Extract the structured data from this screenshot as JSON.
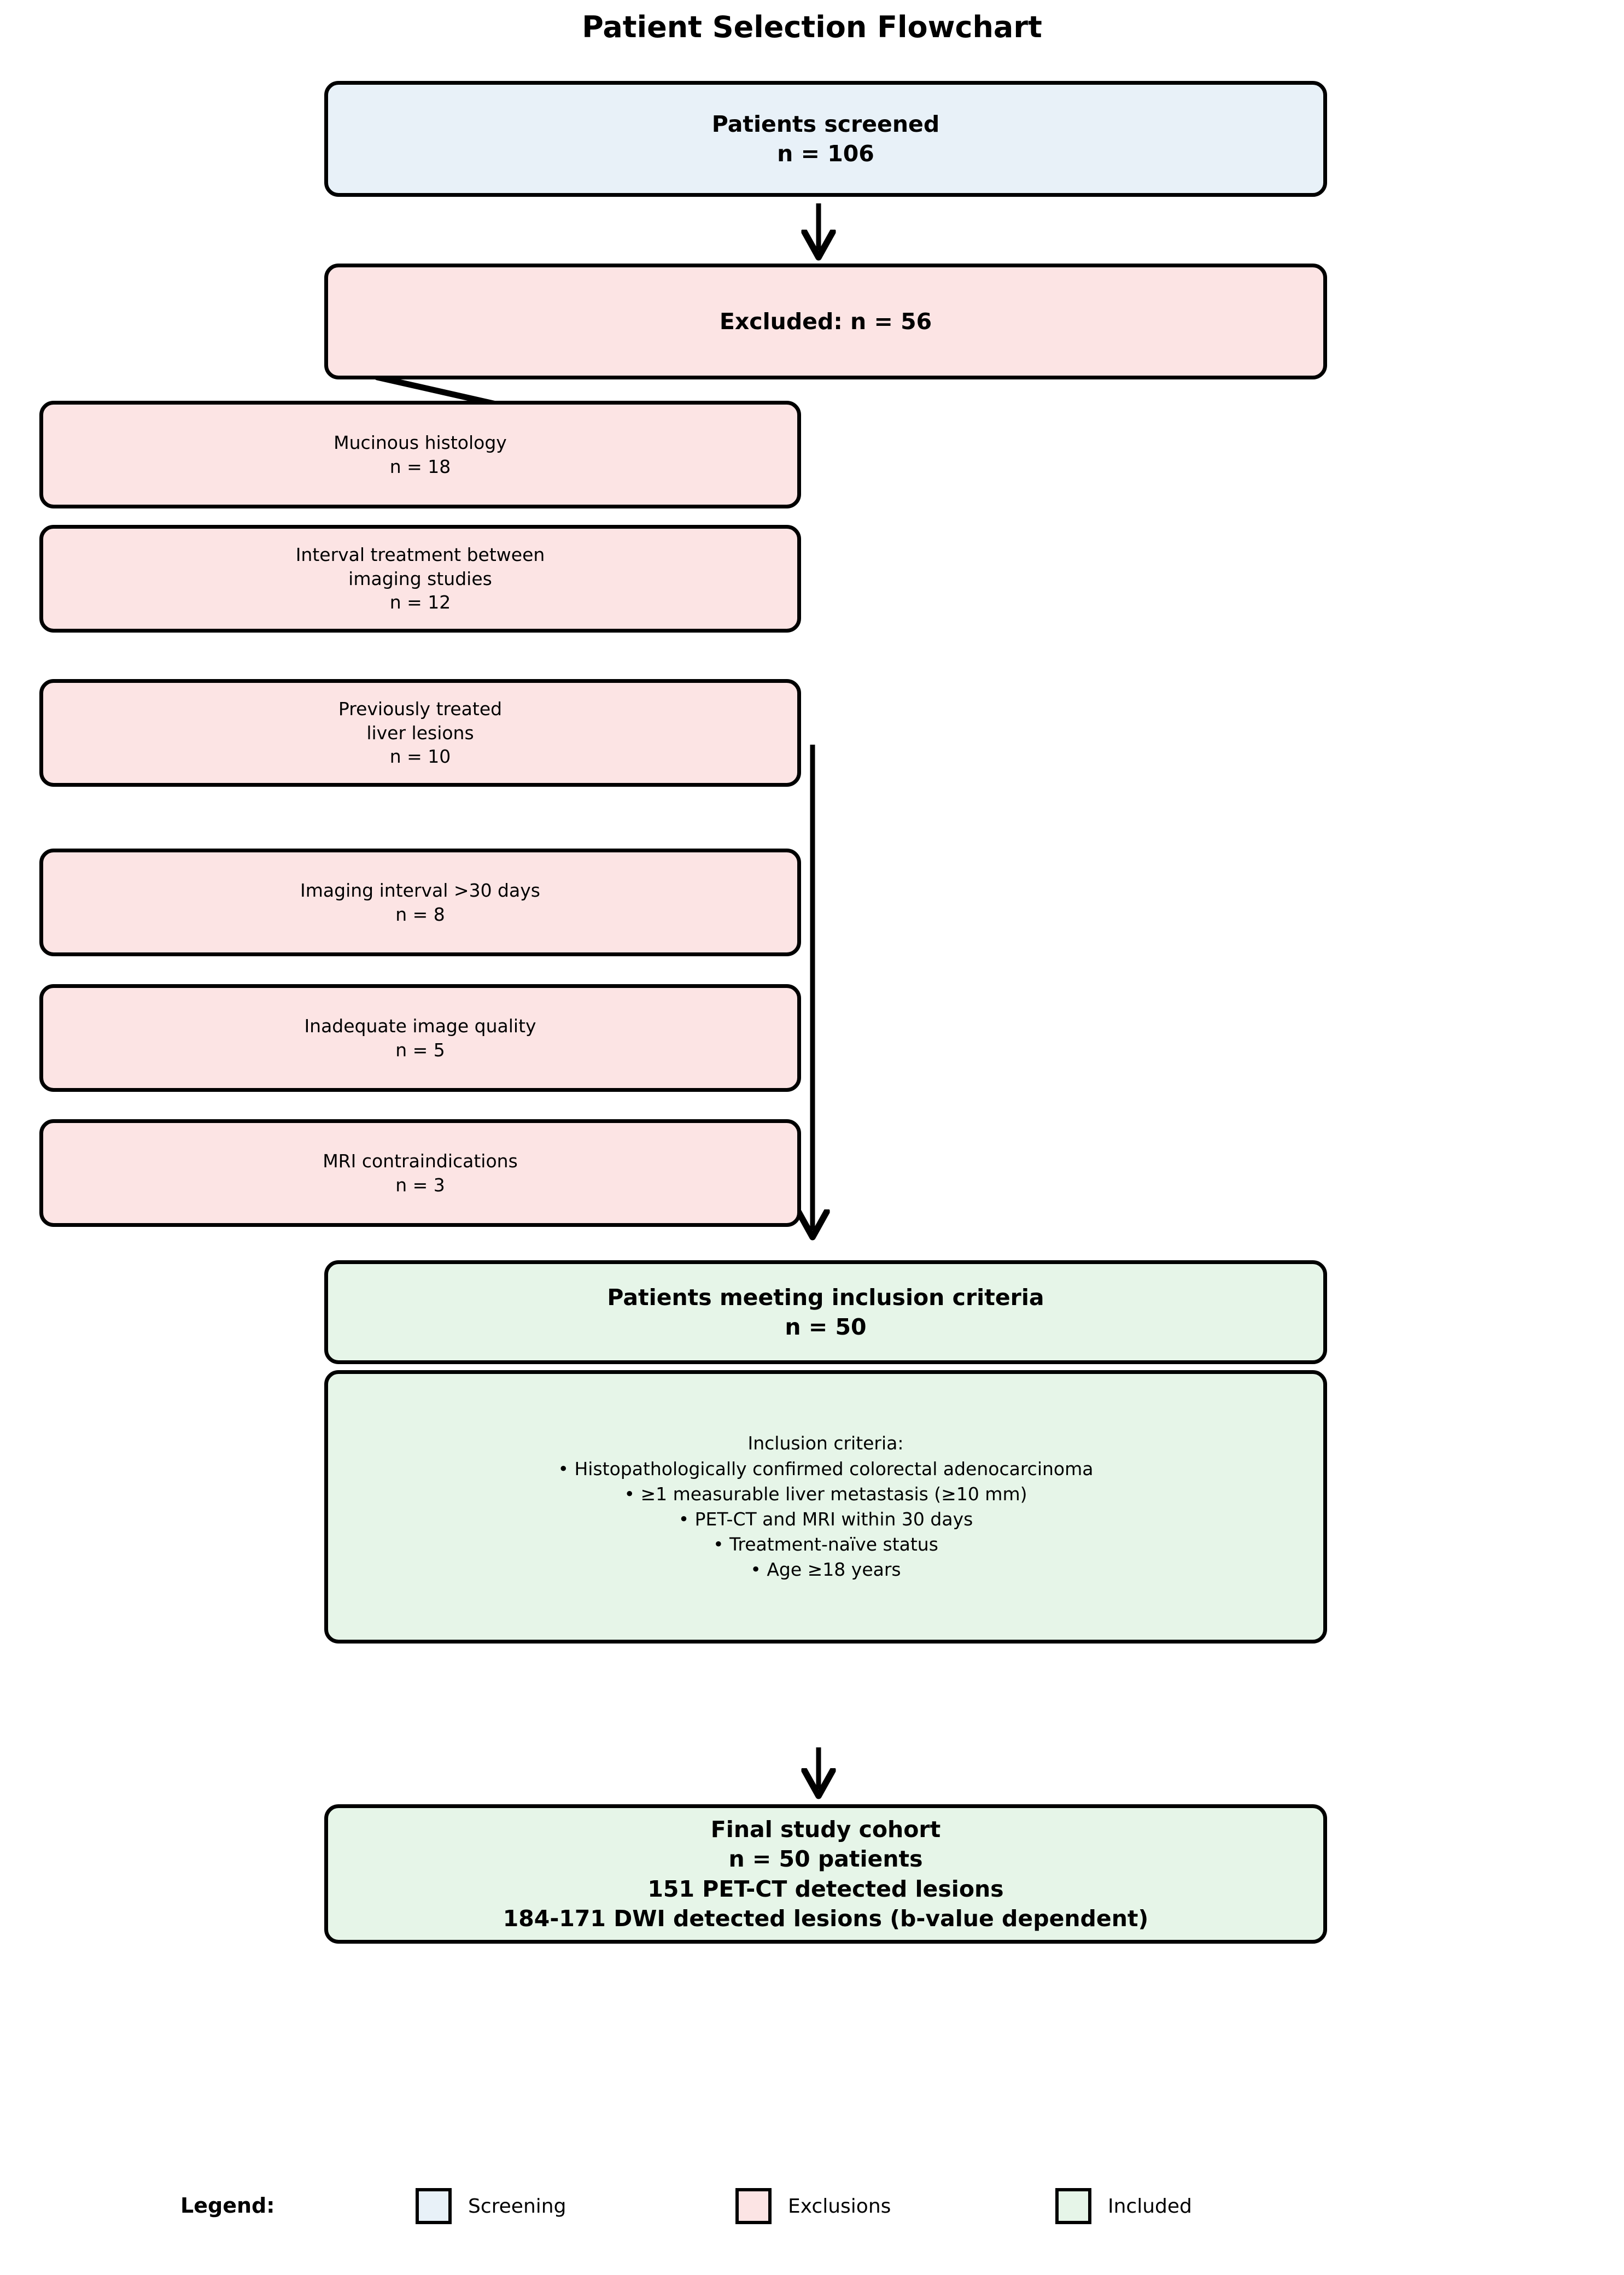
{
  "title": "Patient Selection Flowchart",
  "colors": {
    "screening_fill": "#e8f1f8",
    "exclusion_fill": "#fce4e4",
    "included_fill": "#e6f5e8",
    "border": "#000000",
    "background": "#ffffff"
  },
  "chart_data": {
    "type": "flowchart",
    "title": "Patient Selection Flowchart",
    "nodes": [
      {
        "id": "screened",
        "category": "Screening",
        "label": "Patients screened",
        "n": 106,
        "text": "Patients screened\nn = 106"
      },
      {
        "id": "excluded",
        "category": "Exclusions",
        "label": "Excluded",
        "n": 56,
        "text": "Excluded: n = 56"
      },
      {
        "id": "excl_mucinous",
        "category": "Exclusions",
        "label": "Mucinous histology",
        "n": 18,
        "text": "Mucinous histology\nn = 18"
      },
      {
        "id": "excl_interval_tx",
        "category": "Exclusions",
        "label": "Interval treatment between imaging studies",
        "n": 12,
        "text": "Interval treatment between\nimaging studies\nn = 12"
      },
      {
        "id": "excl_prev_treated",
        "category": "Exclusions",
        "label": "Previously treated liver lesions",
        "n": 10,
        "text": "Previously treated\nliver lesions\nn = 10"
      },
      {
        "id": "excl_imaging_interval",
        "category": "Exclusions",
        "label": "Imaging interval >30 days",
        "n": 8,
        "text": "Imaging interval >30 days\nn = 8"
      },
      {
        "id": "excl_image_quality",
        "category": "Exclusions",
        "label": "Inadequate image quality",
        "n": 5,
        "text": "Inadequate image quality\nn = 5"
      },
      {
        "id": "excl_mri_contra",
        "category": "Exclusions",
        "label": "MRI contraindications",
        "n": 3,
        "text": "MRI contraindications\nn = 3"
      },
      {
        "id": "included",
        "category": "Included",
        "label": "Patients meeting inclusion criteria",
        "n": 50,
        "text": "Patients meeting inclusion criteria\nn = 50"
      },
      {
        "id": "criteria",
        "category": "Included",
        "label": "Inclusion criteria",
        "text": "Inclusion criteria list"
      },
      {
        "id": "final",
        "category": "Included",
        "label": "Final study cohort",
        "n": 50,
        "text": "Final study cohort\nn = 50 patients\n151 PET-CT detected lesions\n184-171 DWI detected lesions (b-value dependent)"
      }
    ],
    "edges": [
      {
        "from": "screened",
        "to": "excluded"
      },
      {
        "from": "excluded",
        "to": "excl_mucinous"
      },
      {
        "from": "excl_mri_contra",
        "to": "included"
      },
      {
        "from": "criteria",
        "to": "final"
      }
    ]
  },
  "boxes": {
    "screened": {
      "lines": [
        "Patients screened",
        "n = 106"
      ]
    },
    "excluded": {
      "lines": [
        "Excluded: n = 56"
      ]
    },
    "exclusions": [
      {
        "lines": [
          "Mucinous histology",
          "n = 18"
        ]
      },
      {
        "lines": [
          "Interval treatment between",
          "imaging studies",
          "n = 12"
        ]
      },
      {
        "lines": [
          "Previously treated",
          "liver lesions",
          "n = 10"
        ]
      },
      {
        "lines": [
          "Imaging interval >30 days",
          "n = 8"
        ]
      },
      {
        "lines": [
          "Inadequate image quality",
          "n = 5"
        ]
      },
      {
        "lines": [
          "MRI contraindications",
          "n = 3"
        ]
      }
    ],
    "included": {
      "lines": [
        "Patients meeting inclusion criteria",
        "n = 50"
      ]
    },
    "criteria": {
      "lines": [
        "Inclusion criteria:",
        "• Histopathologically confirmed colorectal adenocarcinoma",
        "• ≥1 measurable liver metastasis (≥10 mm)",
        "• PET-CT and MRI within 30 days",
        "• Treatment-naïve status",
        "• Age ≥18 years"
      ]
    },
    "final": {
      "lines": [
        "Final study cohort",
        "n = 50 patients",
        "151 PET-CT detected lesions",
        "184-171 DWI detected lesions (b-value dependent)"
      ]
    }
  },
  "legend": {
    "title": "Legend:",
    "entries": [
      {
        "label": "Screening",
        "color": "#e8f1f8"
      },
      {
        "label": "Exclusions",
        "color": "#fce4e4"
      },
      {
        "label": "Included",
        "color": "#e6f5e8"
      }
    ]
  }
}
